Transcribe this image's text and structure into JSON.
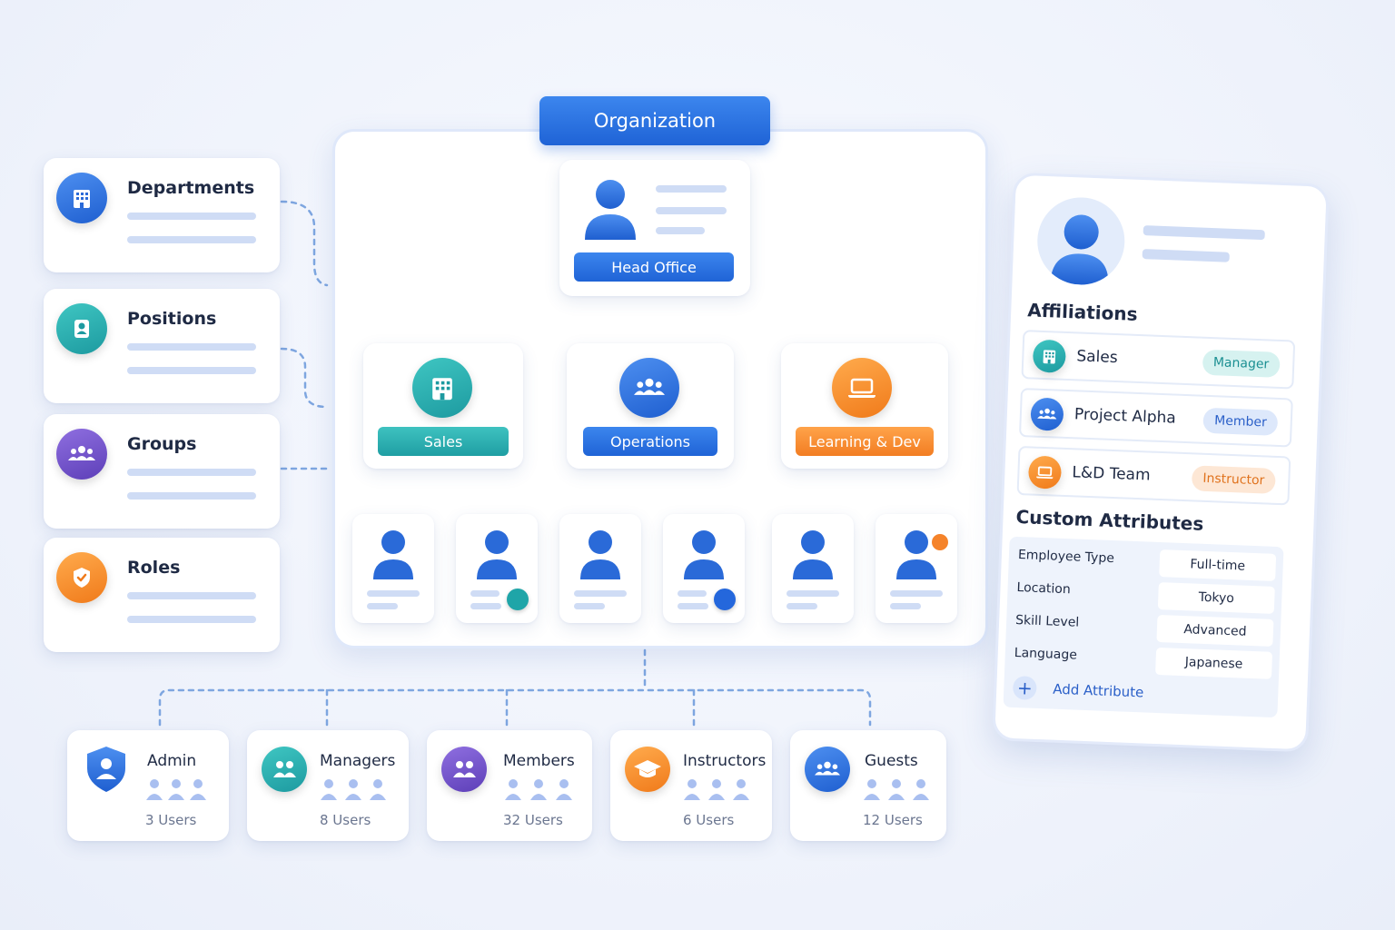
{
  "organization": {
    "banner": "Organization",
    "root": {
      "label": "Head Office"
    },
    "divisions": [
      {
        "label": "Sales",
        "color": "#22a8a8"
      },
      {
        "label": "Operations",
        "color": "#2467dc"
      },
      {
        "label": "Learning & Dev",
        "color": "#f5832a"
      }
    ]
  },
  "categories": [
    {
      "title": "Departments",
      "icon": "building-icon"
    },
    {
      "title": "Positions",
      "icon": "person-badge-icon"
    },
    {
      "title": "Groups",
      "icon": "group-icon"
    },
    {
      "title": "Roles",
      "icon": "shield-check-icon"
    }
  ],
  "roles": [
    {
      "title": "Admin",
      "count": "3 Users",
      "icon": "shield-user-icon"
    },
    {
      "title": "Managers",
      "count": "8 Users",
      "icon": "users-icon"
    },
    {
      "title": "Members",
      "count": "32 Users",
      "icon": "users-icon"
    },
    {
      "title": "Instructors",
      "count": "6 Users",
      "icon": "graduation-cap-icon"
    },
    {
      "title": "Guests",
      "count": "12 Users",
      "icon": "group-icon"
    }
  ],
  "profile": {
    "affiliations_title": "Affiliations",
    "affiliations": [
      {
        "name": "Sales",
        "role": "Manager"
      },
      {
        "name": "Project Alpha",
        "role": "Member"
      },
      {
        "name": "L&D Team",
        "role": "Instructor"
      }
    ],
    "attributes_title": "Custom Attributes",
    "attributes": [
      {
        "key": "Employee Type",
        "value": "Full-time"
      },
      {
        "key": "Location",
        "value": "Tokyo"
      },
      {
        "key": "Skill Level",
        "value": "Advanced"
      },
      {
        "key": "Language",
        "value": "Japanese"
      }
    ],
    "add_attribute": "Add Attribute"
  },
  "colors": {
    "primary": "#1f63d6",
    "teal": "#22a8a8",
    "purple": "#6a4cc6",
    "orange": "#f5832a"
  }
}
